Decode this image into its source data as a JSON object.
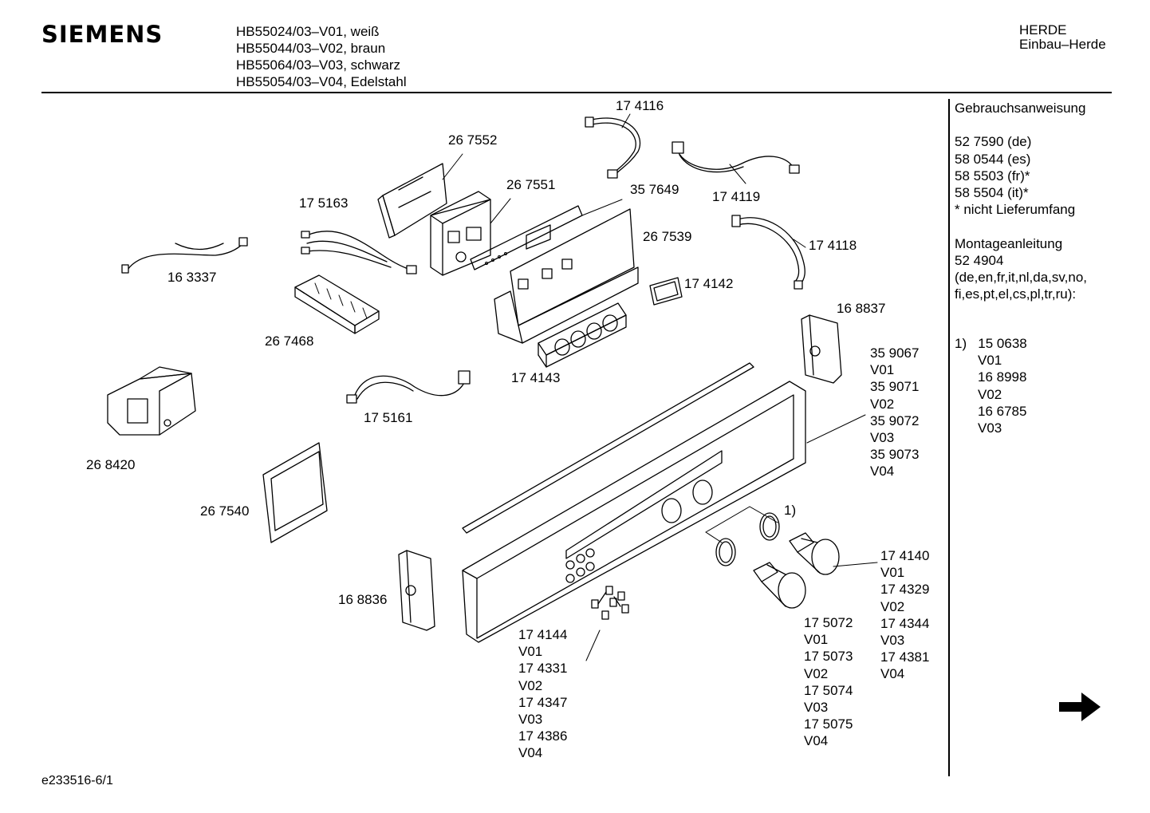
{
  "header": {
    "brand": "SIEMENS",
    "models": [
      "HB55024/03–V01, weiß",
      "HB55044/03–V02, braun",
      "HB55064/03–V03, schwarz",
      "HB55054/03–V04, Edelstahl"
    ],
    "category_line1": "HERDE",
    "category_line2": "Einbau–Herde"
  },
  "sidebar": {
    "lines": [
      "Gebrauchsanweisung",
      "",
      "52 7590 (de)",
      "58 0544 (es)",
      "58 5503 (fr)*",
      "58 5504 (it)*",
      "* nicht Lieferumfang",
      "",
      "Montageanleitung",
      "52 4904",
      "(de,en,fr,it,nl,da,sv,no,",
      "fi,es,pt,el,cs,pl,tr,ru):"
    ],
    "footnote": {
      "marker": "1)",
      "items": [
        "15 0638",
        "V01",
        "16 8998",
        "V02",
        "16 6785",
        "V03"
      ]
    }
  },
  "parts": {
    "p174116": "17 4116",
    "p267552": "26 7552",
    "p267551": "26 7551",
    "p357649": "35 7649",
    "p174119": "17 4119",
    "p175163": "17 5163",
    "p163337": "16 3337",
    "p267539": "26 7539",
    "p174118": "17 4118",
    "p174142": "17 4142",
    "p267468": "26 7468",
    "p168837": "16 8837",
    "p174143": "17 4143",
    "p175161": "17 5161",
    "p268420": "26 8420",
    "p267540": "26 7540",
    "p168836": "16 8836",
    "note1": "1)"
  },
  "stacks": {
    "front_panel": [
      "35 9067",
      "V01",
      "35 9071",
      "V02",
      "35 9072",
      "V03",
      "35 9073",
      "V04"
    ],
    "knob_right": [
      "17 4140",
      "V01",
      "17 4329",
      "V02",
      "17 4344",
      "V03",
      "17 4381",
      "V04"
    ],
    "knob_mid": [
      "17 5072",
      "V01",
      "17 5073",
      "V02",
      "17 5074",
      "V03",
      "17 5075",
      "V04"
    ],
    "buttons": [
      "17 4144",
      "V01",
      "17 4331",
      "V02",
      "17 4347",
      "V03",
      "17 4386",
      "V04"
    ]
  },
  "footer": {
    "code": "e233516-6/1"
  },
  "icons": {
    "next": "arrow-right-icon"
  }
}
